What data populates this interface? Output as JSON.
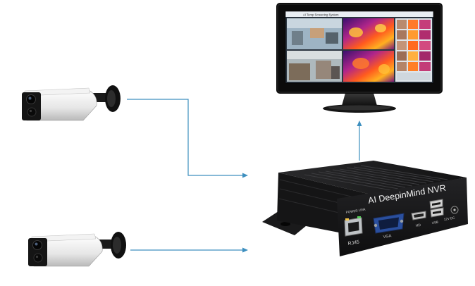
{
  "monitor": {
    "app_title": "AI Temp Screening System"
  },
  "nvr": {
    "brand": "AI DeepinMind NVR",
    "ports": {
      "power": "POWER",
      "link": "LINK",
      "rj45": "RJ45",
      "vga": "VGA",
      "hd": "HD",
      "usb": "USB",
      "dc": "12V DC"
    }
  },
  "cameras": [
    {
      "id": "camera-1"
    },
    {
      "id": "camera-2"
    }
  ],
  "colors": {
    "link_line": "#3d8fbf",
    "nvr_body": "#1c1c1e",
    "thermal_hot": "#ff6a00",
    "thermal_cool": "#5b1a8f"
  }
}
